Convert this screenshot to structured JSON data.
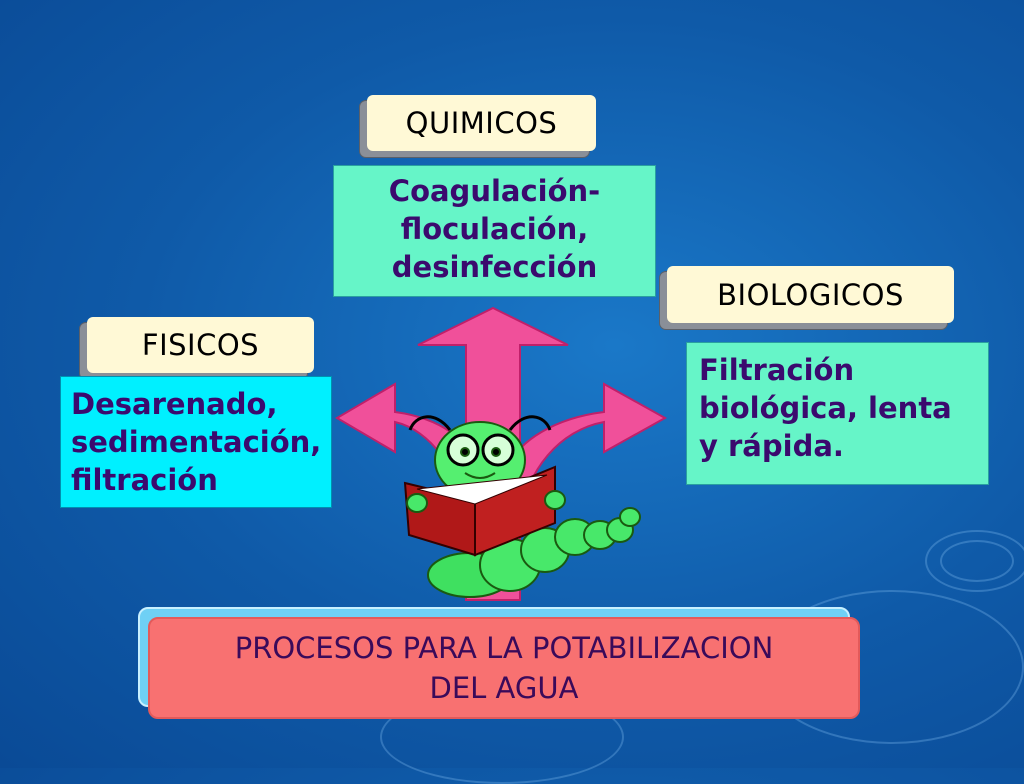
{
  "quimicos": {
    "title": "QUIMICOS",
    "lines": [
      "Coagulación-",
      "floculación,",
      "desinfección"
    ]
  },
  "biologicos": {
    "title": "BIOLOGICOS",
    "lines": [
      "Filtración",
      "biológica, lenta",
      "y rápida."
    ]
  },
  "fisicos": {
    "title": "FISICOS",
    "lines": [
      "Desarenado,",
      "sedimentación,",
      "filtración"
    ]
  },
  "bottom": {
    "line1": "PROCESOS PARA LA POTABILIZACION",
    "line2": "DEL AGUA"
  },
  "colors": {
    "background": "#0f5aa8",
    "label_box": "#fff9d6",
    "quimicos_box": "#66f5c8",
    "biologicos_box": "#66f5c8",
    "fisicos_box": "#00f0ff",
    "arrow": "#f0509a",
    "bottom_box": "#f87171",
    "content_text": "#3b0a6e"
  },
  "icons": [
    "three-way-arrow-icon",
    "bookworm-icon"
  ]
}
